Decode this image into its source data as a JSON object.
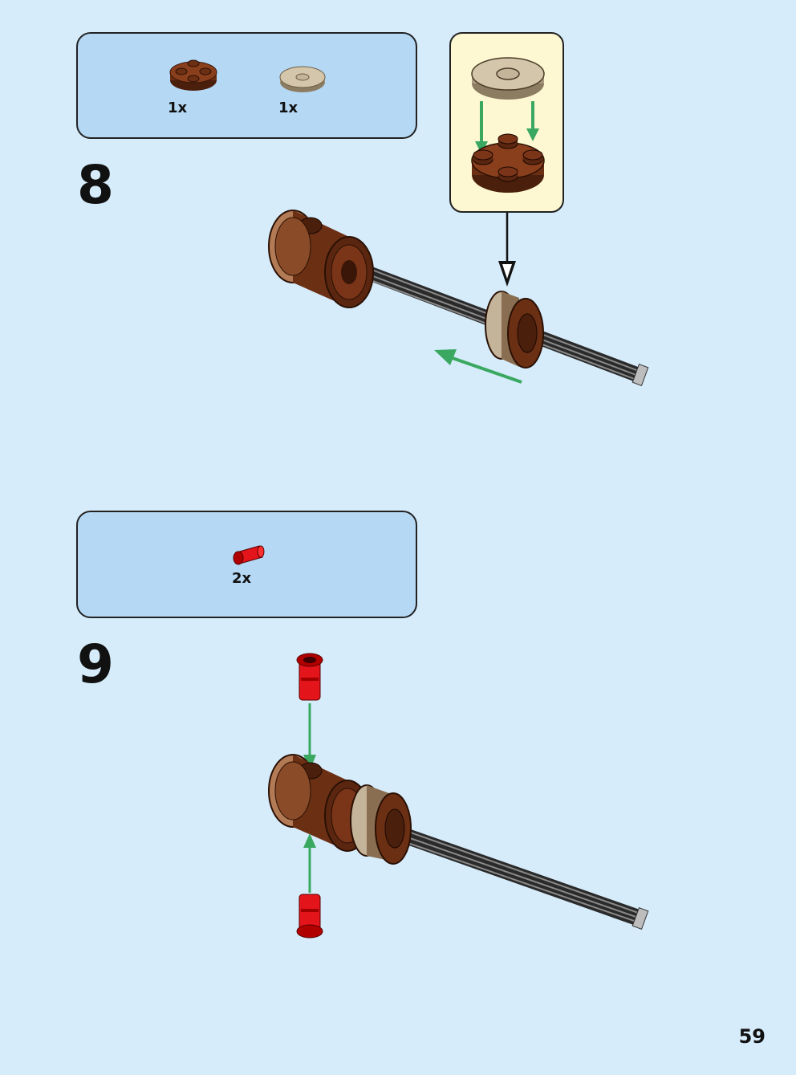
{
  "steps": [
    {
      "number": "8",
      "parts": [
        {
          "count": "1x",
          "icon": "brown-round-plate-icon"
        },
        {
          "count": "1x",
          "icon": "tan-round-tile-icon"
        }
      ]
    },
    {
      "number": "9",
      "parts": [
        {
          "count": "2x",
          "icon": "red-pin-icon"
        }
      ]
    }
  ],
  "page_number": "59",
  "colors": {
    "background": "#d6ecfb",
    "parts_box": "#b5d8f4",
    "callout": "#fdf7d2",
    "brown": "#6b2f14",
    "tan": "#c4b49a",
    "red": "#e4141b",
    "arrow_green": "#3aa860",
    "axle": "#4a4a4a"
  }
}
